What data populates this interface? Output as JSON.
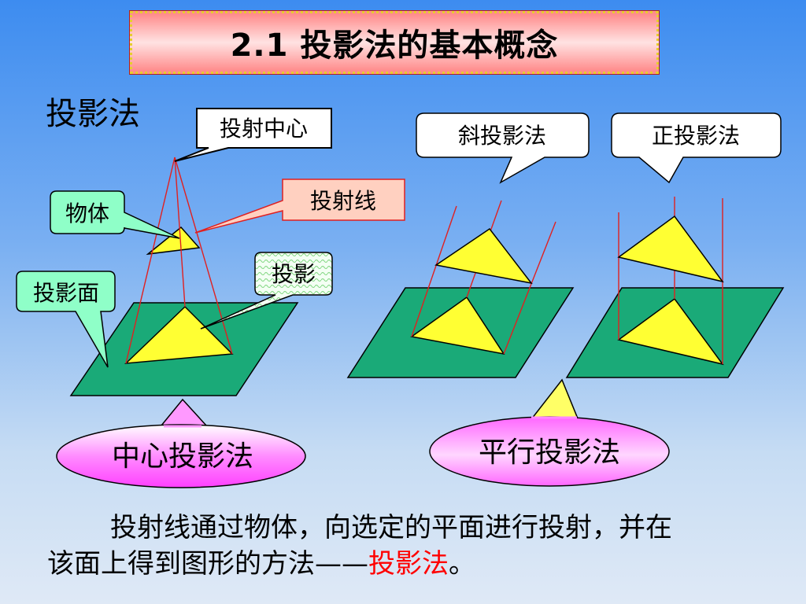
{
  "title": "2.1 投影法的基本概念",
  "section_heading": "投影法",
  "callouts": {
    "center": "投射中心",
    "object": "物体",
    "ray": "投射线",
    "projection": "投影",
    "plane": "投影面",
    "oblique": "斜投影法",
    "orthographic": "正投影法"
  },
  "methods": {
    "central": "中心投影法",
    "parallel": "平行投影法"
  },
  "description": {
    "line1": "投射线通过物体，向选定的平面进行投射，并在",
    "line2": "该面上得到图形的方法——",
    "highlight": "投影法",
    "end": "。"
  },
  "colors": {
    "plane_fill": "#1aaa78",
    "triangle_fill": "#ffff33",
    "ray": "#e02020",
    "callout_mint": "#8fffc8",
    "callout_orange": "#ffd0c0",
    "method_bubble": "#ff66ff"
  }
}
